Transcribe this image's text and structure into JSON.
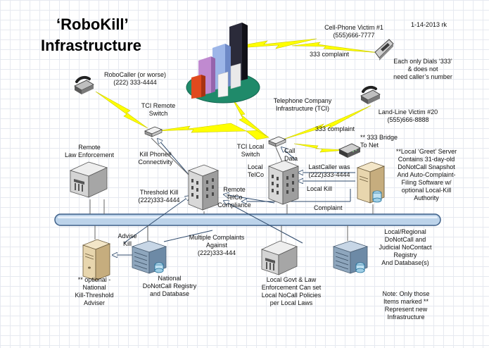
{
  "title": {
    "line1": "‘RoboKill’",
    "line2": "Infrastructure"
  },
  "date": "1-14-2013 rk",
  "labels": {
    "cell_victim": "Cell-Phone Victim #1\n(555)666-7777",
    "complaint_333_top": "333 complaint",
    "dial_note": "Each only Dials ‘333’\n& does not\nneed caller’s number",
    "robocaller": "RoboCaller (or worse)\n(222) 333-4444",
    "telco_infra": "Telephone Company\nInfrastructure (TCI)",
    "tci_remote": "TCI Remote\nSwitch",
    "landline_victim": "Land-Line Victim #20\n(555)666-8888",
    "complaint_333_mid": "333 complaint",
    "bridge": "** 333 Bridge\nTo Net",
    "remote_le": "Remote\nLaw Enforcement",
    "kill_phone": "Kill Phone#\nConnectivity",
    "tci_local": "TCI Local\nSwitch",
    "call_data": "Call\nData",
    "local_telco": "Local\nTelCo",
    "last_caller": "LastCaller was\n(222)333-4444",
    "greet_server": "**Local ‘Greet’ Server\nContains 31-day-old\nDoNotCall Snapshot\nAnd Auto-Complaint-\nFiling Software w/\noptional Local-Kill\nAuthority",
    "threshold_kill": "Threshold Kill\n(222)333-4444",
    "remote_compliance": "Remote\nTelCo\nCompliance",
    "local_kill": "Local Kill",
    "complaint": "Complaint",
    "advise_kill": "Advise\nKill",
    "multiple_complaints": "Multiple Complaints\nAgainst\n(222)333-444",
    "regional_dnc": "Local/Regional\nDoNotCall and\nJudicial NoContact\nRegistry\nAnd Database(s)",
    "national_adviser": "** optional -\nNational\nKill-Threshold\nAdviser",
    "national_dnc": "National\nDoNotCall Registry\nand Database",
    "local_govt": "Local Govt & Law\nEnforcement Can set\nLocal NoCall Policies\nper Local Laws",
    "note": "Note: Only those\nItems marked **\nRepresent new\nInfrastructure"
  },
  "icons": [
    "city-buildings-icon",
    "cell-phone-icon",
    "desk-phone-icon",
    "network-switch-icon",
    "bank-building-icon",
    "office-building-icon",
    "server-tower-icon",
    "server-rack-icon",
    "network-bus-icon",
    "lightning-link-icon"
  ],
  "colors": {
    "lightning": "#ffff00",
    "lightning_edge": "#c8c800",
    "bus": "#bcd3ea",
    "bus_edge": "#3d5f88",
    "arrow": "#2f4a6b"
  }
}
